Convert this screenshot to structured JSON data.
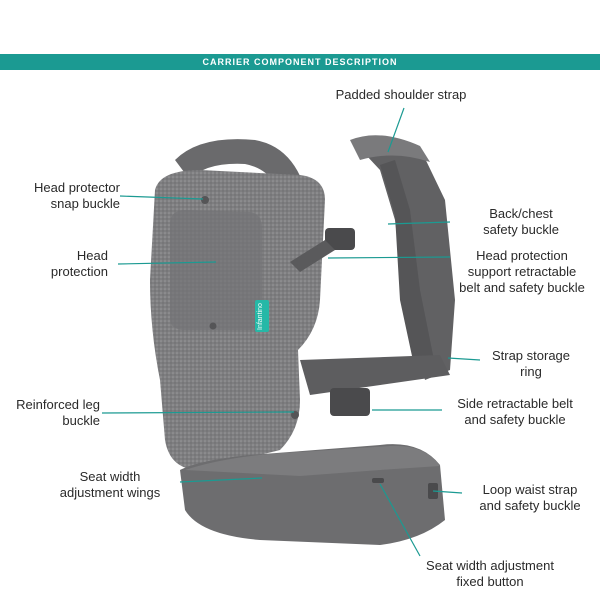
{
  "header": {
    "title": "CARRIER COMPONENT DESCRIPTION"
  },
  "colors": {
    "banner": "#1b9a92",
    "leader": "#1b9a92",
    "carrier": "#6d6d6f",
    "fabric": "#858587"
  },
  "product": {
    "logo_text": "Infantino"
  },
  "labels": {
    "padded_shoulder_strap": "Padded shoulder strap",
    "head_protector_snap_buckle": "Head protector\nsnap buckle",
    "head_protection": "Head\nprotection",
    "back_chest_safety_buckle": "Back/chest\nsafety buckle",
    "head_protection_support": "Head protection\nsupport retractable\nbelt and safety buckle",
    "strap_storage_ring": "Strap storage\nring",
    "reinforced_leg_buckle": "Reinforced leg\nbuckle",
    "side_retractable_belt": "Side retractable belt\nand safety buckle",
    "seat_width_adjustment_wings": "Seat width\nadjustment wings",
    "loop_waist_strap": "Loop waist strap\nand safety buckle",
    "seat_width_fixed_button": "Seat width adjustment\nfixed button"
  }
}
